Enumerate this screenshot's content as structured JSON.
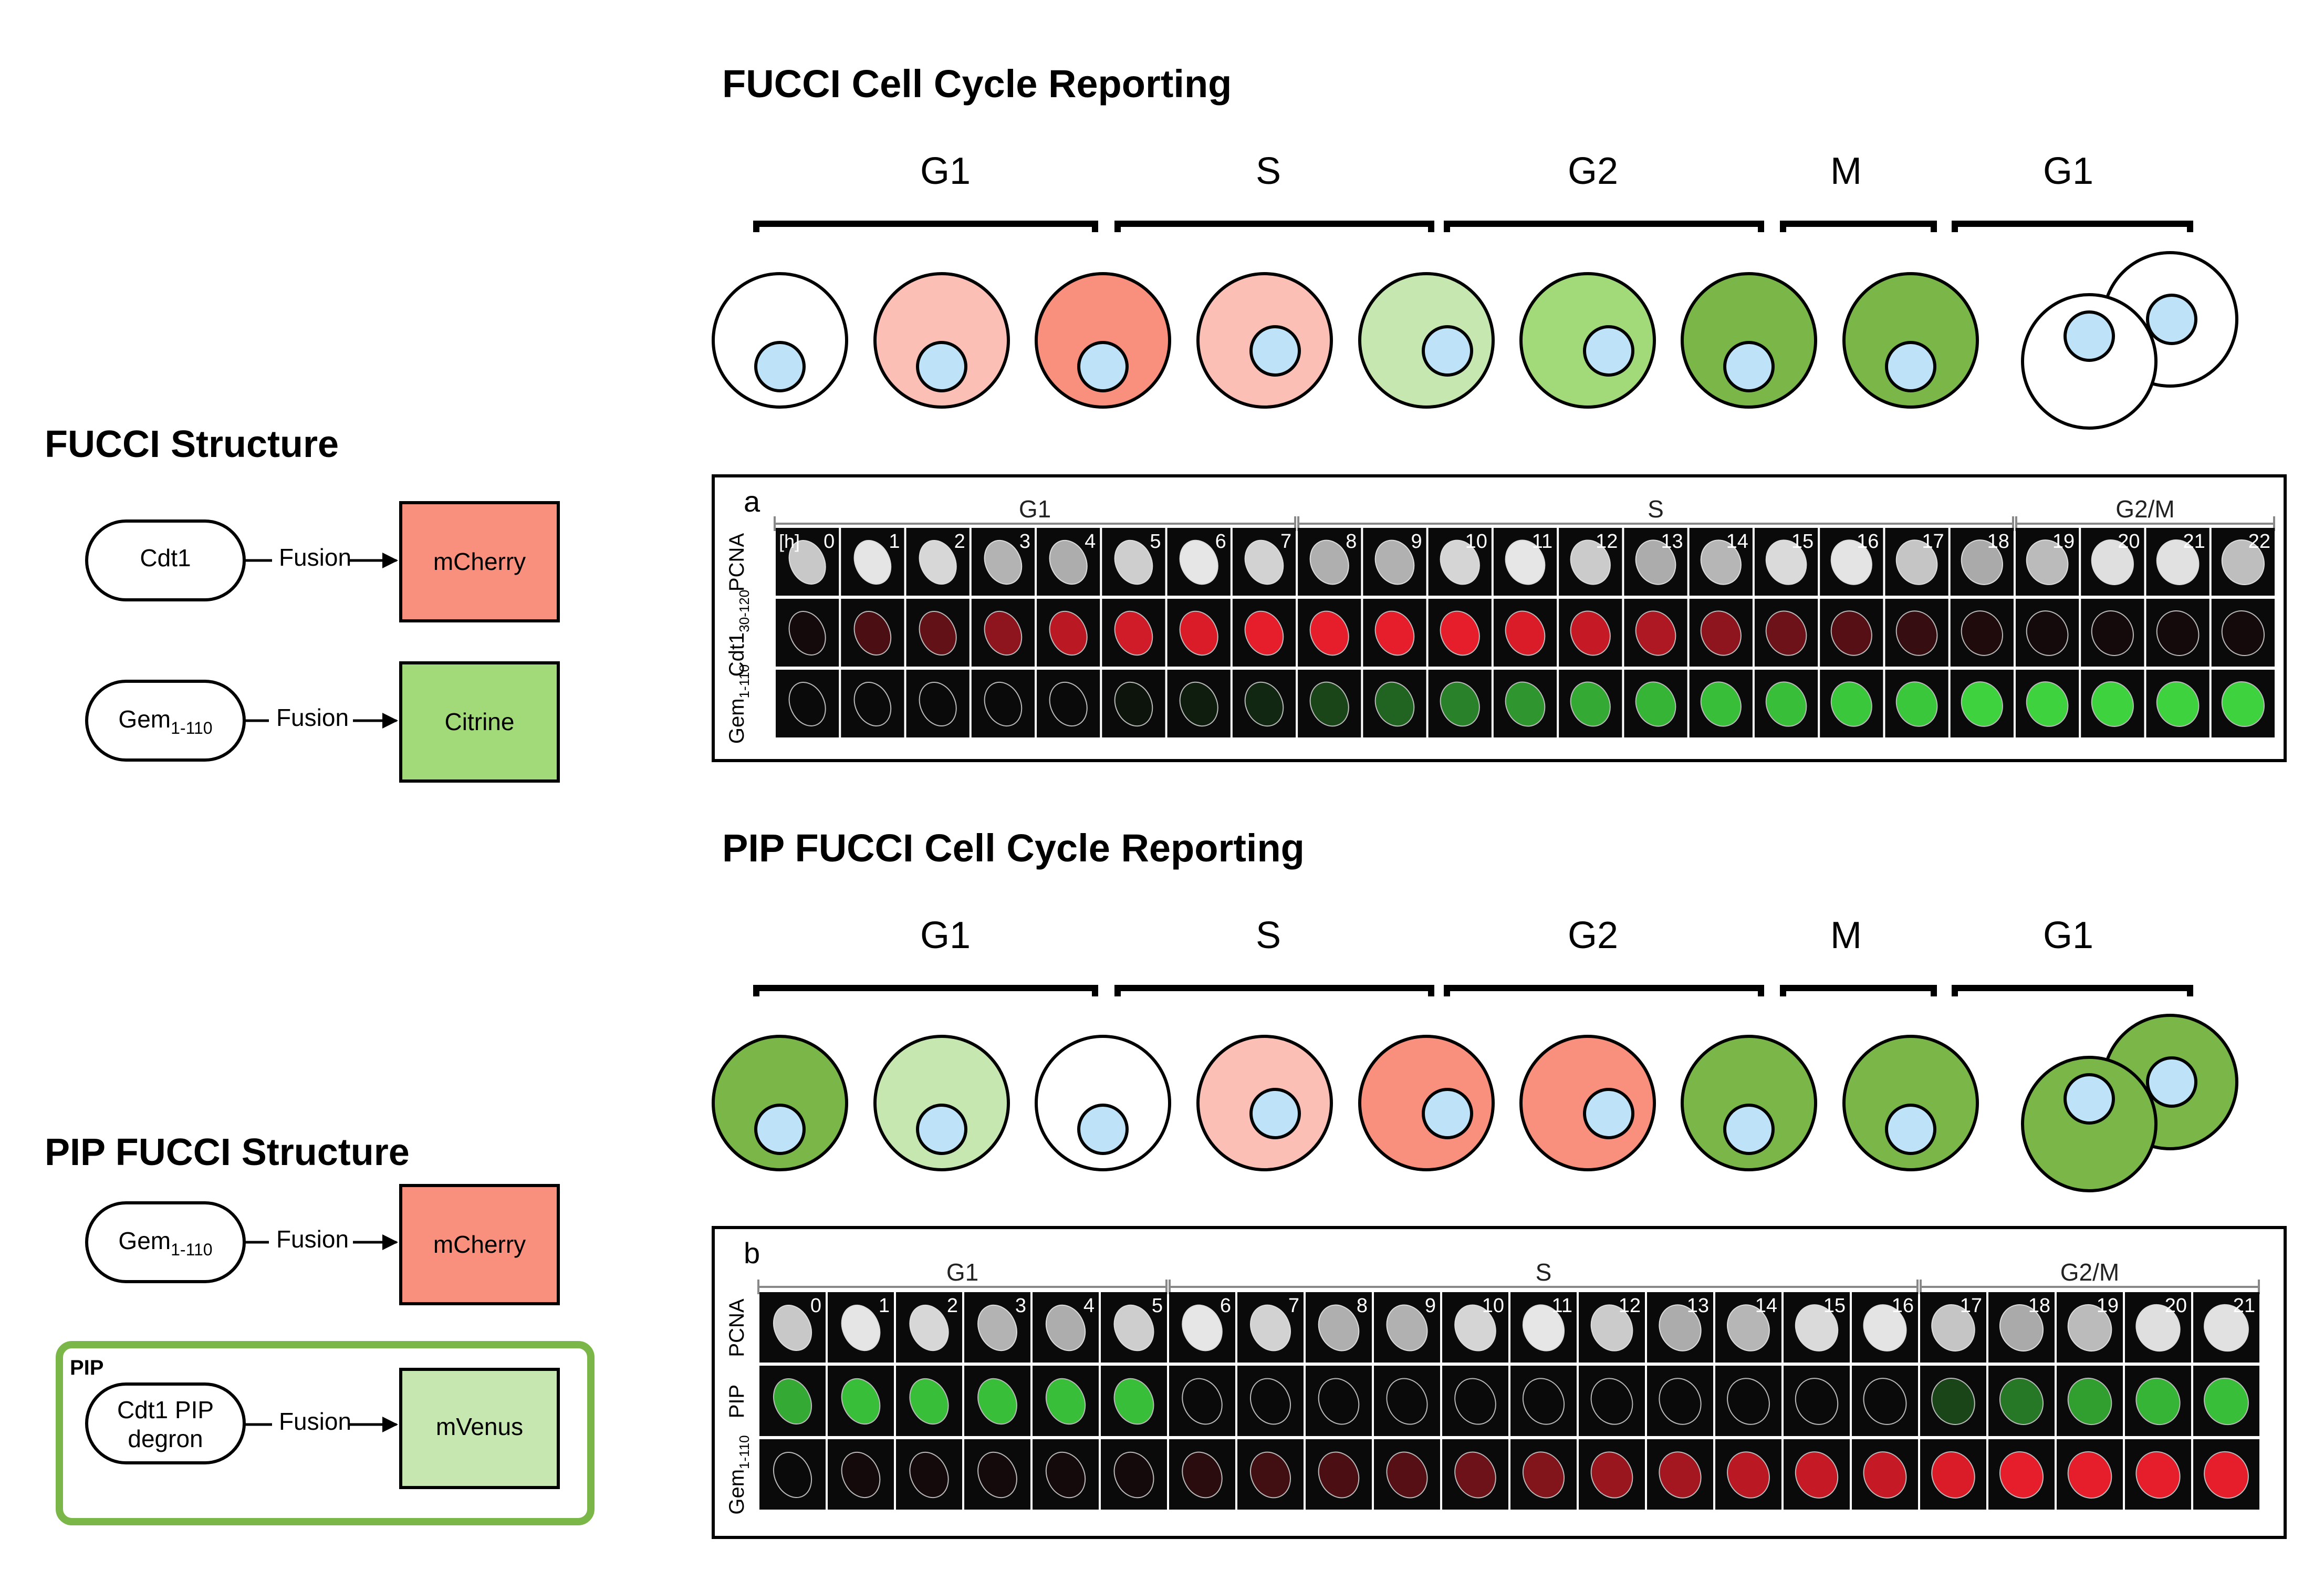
{
  "titles": {
    "fucci": "FUCCI Cell Cycle Reporting",
    "pip": "PIP FUCCI Cell Cycle Reporting",
    "fucci_structure": "FUCCI Structure",
    "pip_structure": "PIP FUCCI Structure"
  },
  "phases": [
    "G1",
    "S",
    "G2",
    "M",
    "G1"
  ],
  "colors": {
    "white": "#ffffff",
    "pink_light": "#fbbfb6",
    "salmon": "#f98f7d",
    "green_pale": "#c6e8b0",
    "green_light": "#a3da79",
    "green_dark": "#7ab648",
    "nucleus": "#bee3f8",
    "mcherry_box": "#f98f7d",
    "citrine_box": "#a3da79",
    "mvenus_box": "#c6e8b0",
    "pip_border": "#7ab648",
    "micro_red": "#e61d2b",
    "micro_green": "#3ed23e"
  },
  "fucci_cells": [
    "white",
    "pink_light",
    "salmon",
    "pink_light",
    "green_pale",
    "green_light",
    "green_dark",
    "green_dark",
    "white"
  ],
  "pip_cells": [
    "green_dark",
    "green_pale",
    "white",
    "pink_light",
    "salmon",
    "salmon",
    "green_dark",
    "green_dark",
    "green_dark"
  ],
  "fucci_structure": {
    "rows": [
      {
        "source": "Cdt1",
        "source_sub": "",
        "fusion": "Fusion",
        "target": "mCherry",
        "target_color": "mcherry_box"
      },
      {
        "source": "Gem",
        "source_sub": "1-110",
        "fusion": "Fusion",
        "target": "Citrine",
        "target_color": "citrine_box"
      }
    ]
  },
  "pip_structure": {
    "rows": [
      {
        "source": "Gem",
        "source_sub": "1-110",
        "fusion": "Fusion",
        "target": "mCherry",
        "target_color": "mcherry_box"
      },
      {
        "source": "Cdt1 PIP",
        "source_line2": "degron",
        "fusion": "Fusion",
        "target": "mVenus",
        "target_color": "mvenus_box"
      }
    ],
    "pip_label": "PIP"
  },
  "panel_a": {
    "letter": "a",
    "hours_label": "[h]",
    "phase_groups": [
      {
        "label": "G1",
        "count": 8
      },
      {
        "label": "S",
        "count": 11
      },
      {
        "label": "G2/M",
        "count": 4
      }
    ],
    "timepoints": [
      "0",
      "1",
      "2",
      "3",
      "4",
      "5",
      "6",
      "7",
      "8",
      "9",
      "10",
      "11",
      "12",
      "13",
      "14",
      "15",
      "16",
      "17",
      "18",
      "19",
      "20",
      "21",
      "22"
    ],
    "row_labels": [
      "PCNA",
      "Cdt1",
      "Gem"
    ],
    "row_subs": [
      "",
      "30-120",
      "1-110"
    ],
    "row_colors": [
      "gray",
      "red",
      "green"
    ],
    "red_intensity": [
      0.05,
      0.3,
      0.4,
      0.6,
      0.8,
      0.9,
      0.95,
      1,
      1,
      1,
      1,
      0.95,
      0.85,
      0.75,
      0.6,
      0.45,
      0.35,
      0.2,
      0.1,
      0.05,
      0.05,
      0.05,
      0.05
    ],
    "green_intensity": [
      0,
      0,
      0,
      0,
      0,
      0.05,
      0.1,
      0.15,
      0.3,
      0.45,
      0.6,
      0.7,
      0.8,
      0.85,
      0.9,
      0.9,
      0.95,
      0.95,
      1,
      1,
      1,
      1,
      1
    ]
  },
  "panel_b": {
    "letter": "b",
    "phase_groups": [
      {
        "label": "G1",
        "count": 6
      },
      {
        "label": "S",
        "count": 11
      },
      {
        "label": "G2/M",
        "count": 5
      }
    ],
    "timepoints": [
      "0",
      "1",
      "2",
      "3",
      "4",
      "5",
      "6",
      "7",
      "8",
      "9",
      "10",
      "11",
      "12",
      "13",
      "14",
      "15",
      "16",
      "17",
      "18",
      "19",
      "20",
      "21"
    ],
    "row_labels": [
      "PCNA",
      "PIP",
      "Gem"
    ],
    "row_subs": [
      "",
      "",
      "1-110"
    ],
    "row_colors": [
      "gray",
      "green",
      "red"
    ],
    "green_intensity": [
      0.8,
      0.9,
      0.9,
      0.9,
      0.9,
      0.9,
      0,
      0,
      0,
      0,
      0,
      0,
      0,
      0,
      0,
      0,
      0,
      0.3,
      0.55,
      0.75,
      0.85,
      0.9
    ],
    "red_intensity": [
      0.02,
      0.05,
      0.05,
      0.05,
      0.05,
      0.05,
      0.15,
      0.25,
      0.3,
      0.35,
      0.45,
      0.55,
      0.65,
      0.7,
      0.8,
      0.85,
      0.85,
      0.95,
      1,
      1,
      1,
      1
    ]
  }
}
